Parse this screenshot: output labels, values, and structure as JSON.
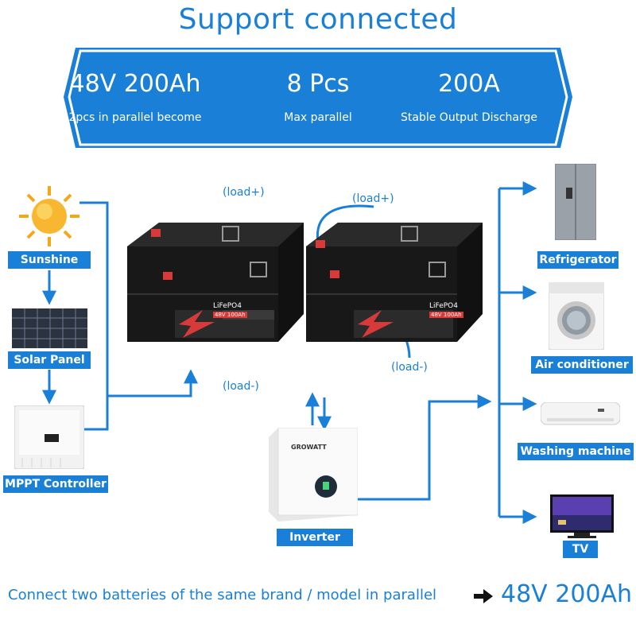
{
  "header": {
    "title": "Support connected"
  },
  "banner": {
    "items": [
      {
        "value": "48V 200Ah",
        "caption": "2pcs in parallel become"
      },
      {
        "value": "8 Pcs",
        "caption": "Max parallel"
      },
      {
        "value": "200A",
        "caption": "Stable Output Discharge"
      }
    ]
  },
  "sources": {
    "sunshine": "Sunshine",
    "solar_panel": "Solar Panel",
    "mppt": "MPPT Controller",
    "inverter": "Inverter"
  },
  "batteries": {
    "label_chem": "LiFePO4",
    "label_spec": "48V 100Ah",
    "load_plus_1": "(load+)",
    "load_minus_1": "(load-)",
    "load_plus_2": "(load+)",
    "load_minus_2": "(load-)",
    "inverter_brand": "GROWATT"
  },
  "appliances": {
    "refrigerator": "Refrigerator",
    "air_conditioner": "Air conditioner",
    "washing_machine": "Washing machine",
    "tv": "TV"
  },
  "footer": {
    "text": "Connect two batteries of the same brand / model in parallel",
    "value": "48V 200Ah"
  },
  "colors": {
    "accent": "#1a7fd6",
    "battery": "#1c1c1c",
    "terminal": "#d83a3a"
  }
}
